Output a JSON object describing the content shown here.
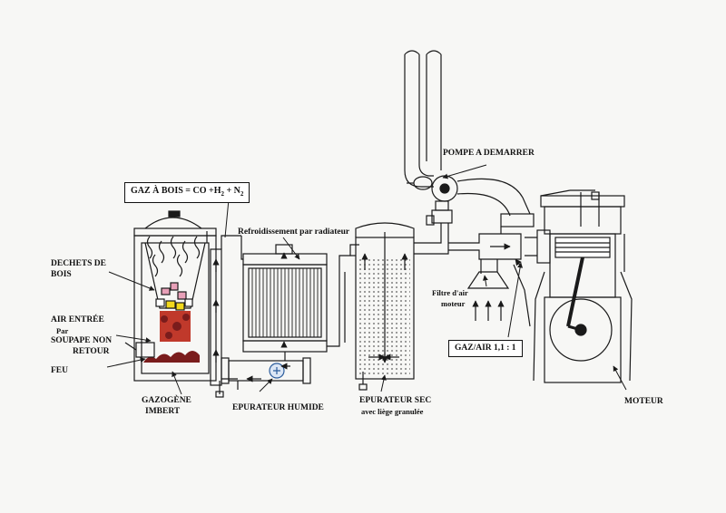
{
  "labels": {
    "gas_formula": {
      "prefix": "GAZ À BOIS = CO +H",
      "h2_sub": "2",
      "middle": " + N",
      "n2_sub": "2"
    },
    "pompe": "POMPE A DEMARRER",
    "refroidissement": "Refroidissement par radiateur",
    "dechets_line1": "DECHETS DE",
    "dechets_line2": "BOIS",
    "air_entree": "AIR ENTRÉE",
    "par": "Par",
    "soupape_line1": "SOUPAPE NON",
    "soupape_line2": "RETOUR",
    "feu": "FEU",
    "gazogene_line1": "GAZOGÈNE",
    "gazogene_line2": "IMBERT",
    "epurateur_humide": "EPURATEUR HUMIDE",
    "epurateur_sec_line1": "EPURATEUR SEC",
    "epurateur_sec_line2": "avec liège granulée",
    "filtre_line1": "Filtre d'air",
    "filtre_line2": "moteur",
    "gaz_air": "GAZ/AIR 1,1 : 1",
    "moteur": "MOTEUR"
  },
  "colors": {
    "line": "#1a1a1a",
    "fire": "#c0392b",
    "ember": "#7a1c1c",
    "wood_yellow": "#f1d81c",
    "wood_pink": "#e8a0b8",
    "water_dots": "#5a5a5a",
    "boxed_bg": "#ffffff"
  },
  "icons": [
    "fan-icon",
    "filter-icon",
    "piston-icon",
    "flywheel-icon",
    "arrow-icon"
  ]
}
